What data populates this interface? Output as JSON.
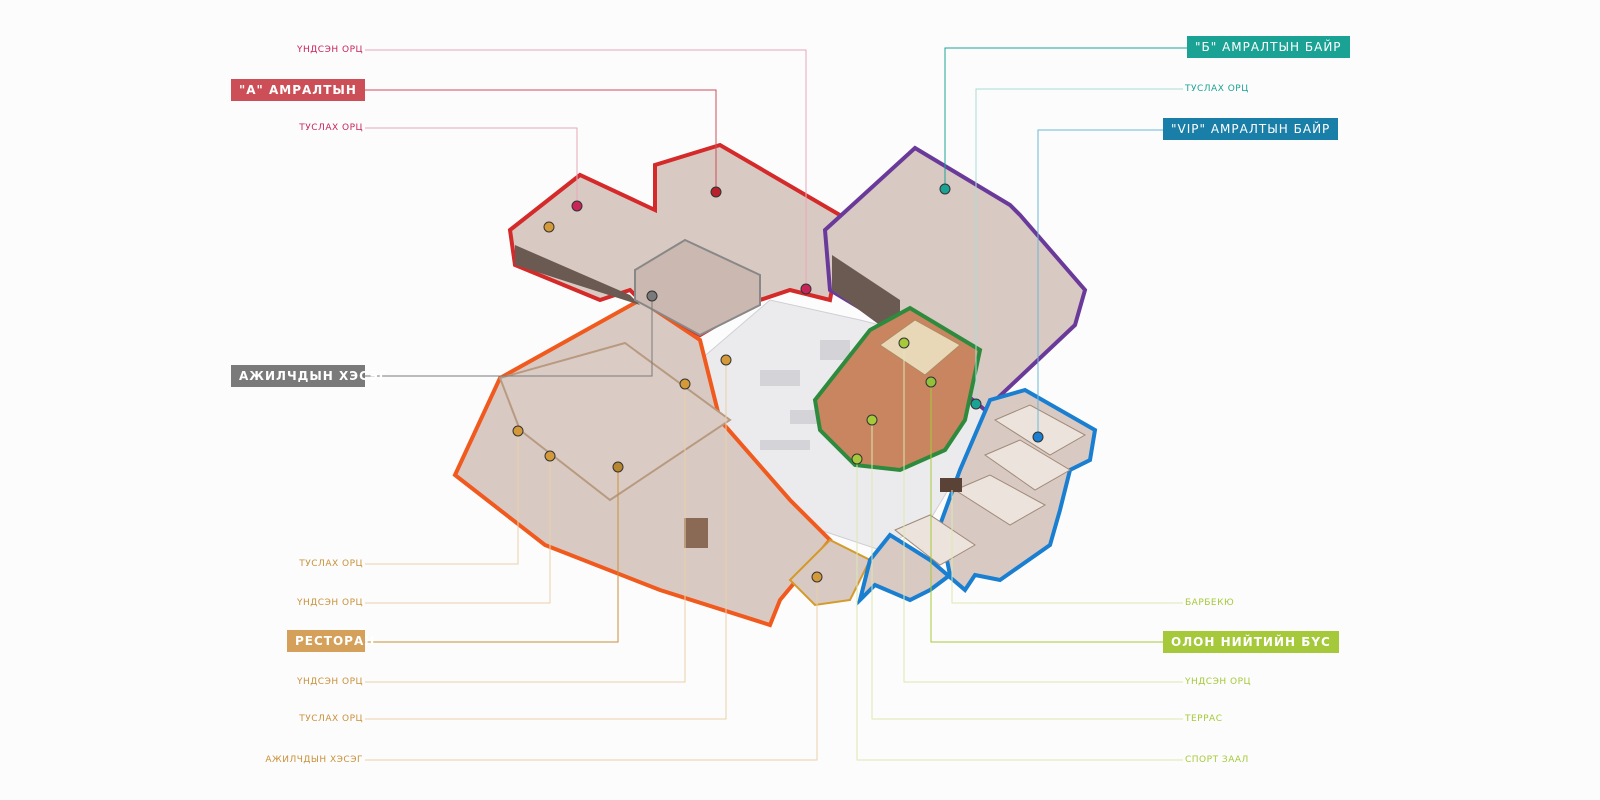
{
  "colors": {
    "zone_a": "#cc4f57",
    "zone_a_line": "#c8245a",
    "staff": "#7a7a7a",
    "restaurant": "#d4a05a",
    "restaurant_line": "#c8913a",
    "zone_b": "#1aa394",
    "vip": "#1a7fa8",
    "public": "#a5c93a"
  },
  "left_labels": {
    "zone_a_main_entrance": "ҮНДСЭН ОРЦ",
    "zone_a_title": "\"А\" АМРАЛТЫН",
    "zone_a_side_entrance": "ТУСЛАХ ОРЦ",
    "staff_title": "АЖИЛЧДЫН ХЭСЭГ",
    "rest_side_entrance_1": "ТУСЛАХ ОРЦ",
    "rest_main_entrance_1": "ҮНДСЭН ОРЦ",
    "restaurant_title": "РЕСТОРАН",
    "rest_main_entrance_2": "ҮНДСЭН ОРЦ",
    "rest_side_entrance_2": "ТУСЛАХ ОРЦ",
    "rest_staff_area": "АЖИЛЧДЫН ХЭСЭГ"
  },
  "right_labels": {
    "zone_b_title": "\"Б\" АМРАЛТЫН БАЙР",
    "zone_b_side_entrance": "ТУСЛАХ ОРЦ",
    "vip_title": "\"VIP\" АМРАЛТЫН БАЙР",
    "barbecue": "БАРБЕКЮ",
    "public_title": "ОЛОН НИЙТИЙН БҮС",
    "public_main_entrance": "ҮНДСЭН ОРЦ",
    "terrace": "ТЕРРАС",
    "sports_hall": "СПОРТ ЗААЛ"
  }
}
